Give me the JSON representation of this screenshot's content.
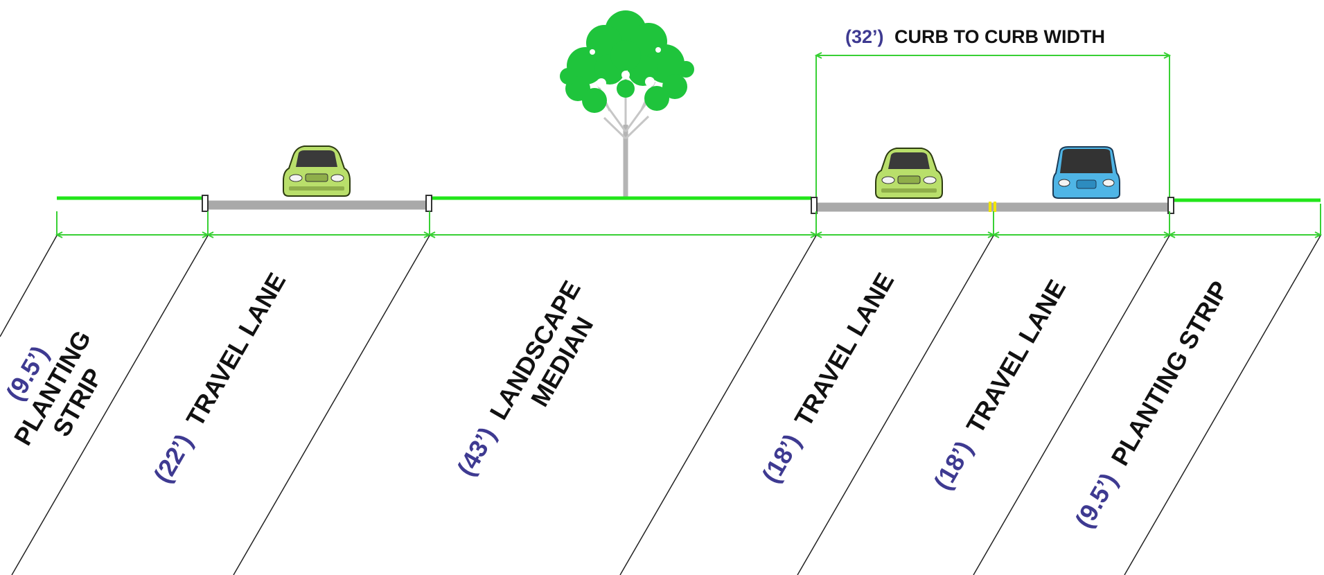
{
  "header": {
    "curb_width_dim": "(32’)",
    "curb_width_label": "CURB TO CURB WIDTH"
  },
  "segments": [
    {
      "id": "planting-strip-left",
      "dim": "(9.5’)",
      "line1": "PLANTING",
      "line2": "STRIP"
    },
    {
      "id": "travel-lane-1",
      "dim": "(22’)",
      "line1": "TRAVEL LANE",
      "line2": ""
    },
    {
      "id": "landscape-median",
      "dim": "(43’)",
      "line1": "LANDSCAPE",
      "line2": "MEDIAN"
    },
    {
      "id": "travel-lane-2",
      "dim": "(18’)",
      "line1": "TRAVEL LANE",
      "line2": ""
    },
    {
      "id": "travel-lane-3",
      "dim": "(18’)",
      "line1": "TRAVEL LANE",
      "line2": ""
    },
    {
      "id": "planting-strip-right",
      "dim": "(9.5’)",
      "line1": "PLANTING STRIP",
      "line2": ""
    }
  ],
  "icons": {
    "tree": "tree-icon",
    "car_green": "green-car-icon",
    "car_blue": "blue-minivan-icon"
  },
  "colors": {
    "dimension_text": "#3e3a91",
    "label_text": "#111111",
    "landscape_green": "#22e61a",
    "dimension_line": "#38d034",
    "roadway": "#a9a9a9",
    "centerline": "#f2e600",
    "car_green": "#b9df6b",
    "car_blue": "#4fb5e6",
    "tree_foliage": "#1fc43c"
  }
}
